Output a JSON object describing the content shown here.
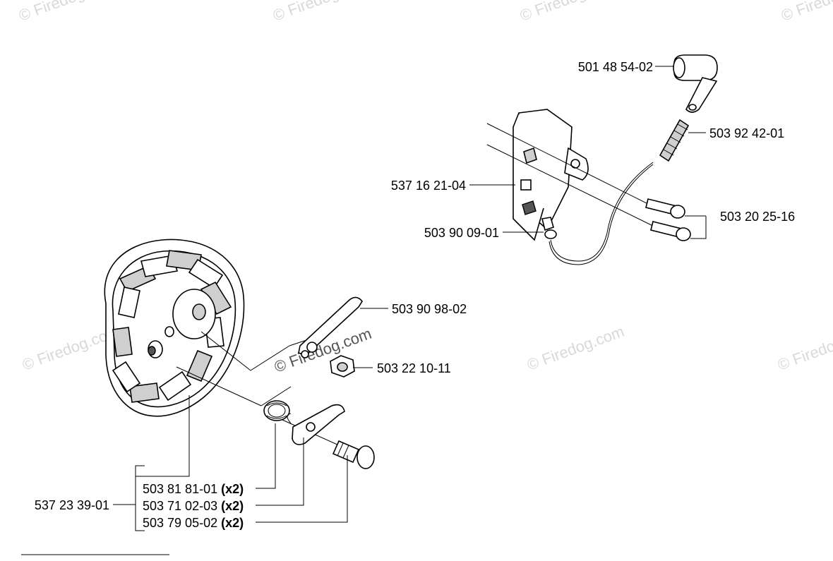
{
  "watermark": {
    "text": "© Firedog.com",
    "center_text": "© Firedog.com"
  },
  "parts": [
    {
      "id": "p1",
      "number": "501 48 54-02",
      "qty": ""
    },
    {
      "id": "p2",
      "number": "503 92 42-01",
      "qty": ""
    },
    {
      "id": "p3",
      "number": "537 16 21-04",
      "qty": ""
    },
    {
      "id": "p4",
      "number": "503 20 25-16",
      "qty": ""
    },
    {
      "id": "p5",
      "number": "503 90 09-01",
      "qty": ""
    },
    {
      "id": "p6",
      "number": "503 90 98-02",
      "qty": ""
    },
    {
      "id": "p7",
      "number": "503 22 10-11",
      "qty": ""
    },
    {
      "id": "p8",
      "number": "537 23 39-01",
      "qty": ""
    },
    {
      "id": "p9",
      "number": "503 81 81-01",
      "qty": "(x2)"
    },
    {
      "id": "p10",
      "number": "503 71 02-03",
      "qty": "(x2)"
    },
    {
      "id": "p11",
      "number": "503 79 05-02",
      "qty": "(x2)"
    }
  ]
}
